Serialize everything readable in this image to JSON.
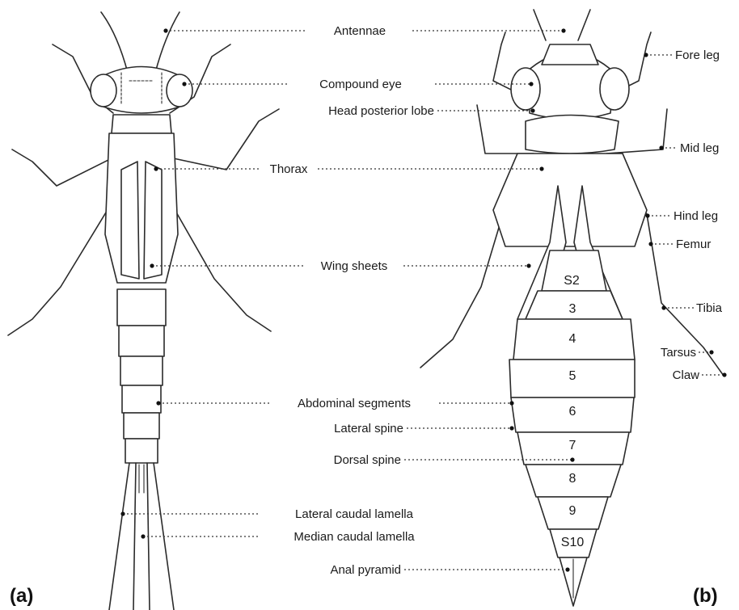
{
  "panels": {
    "a": "(a)",
    "b": "(b)"
  },
  "labels": {
    "antennae": "Antennae",
    "compound_eye": "Compound eye",
    "head_posterior_lobe": "Head posterior lobe",
    "thorax": "Thorax",
    "wing_sheets": "Wing sheets",
    "abdominal_segments": "Abdominal segments",
    "lateral_spine": "Lateral spine",
    "dorsal_spine": "Dorsal spine",
    "lateral_caudal_lamella": "Lateral caudal lamella",
    "median_caudal_lamella": "Median caudal lamella",
    "anal_pyramid": "Anal pyramid",
    "fore_leg": "Fore leg",
    "mid_leg": "Mid leg",
    "hind_leg": "Hind leg",
    "femur": "Femur",
    "tibia": "Tibia",
    "tarsus": "Tarsus",
    "claw": "Claw"
  },
  "segments": [
    "S2",
    "3",
    "4",
    "5",
    "6",
    "7",
    "8",
    "9",
    "S10"
  ]
}
